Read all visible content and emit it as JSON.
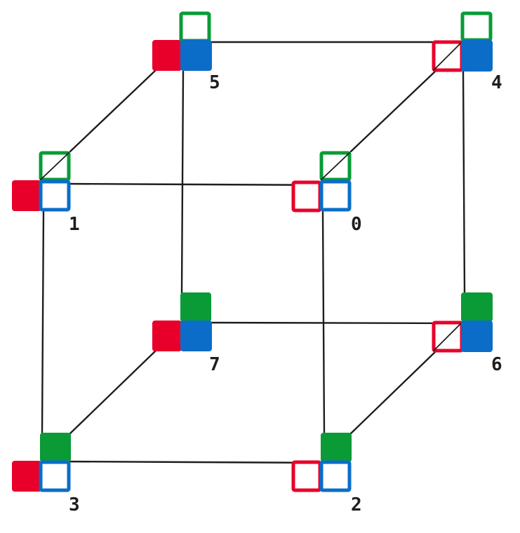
{
  "diagram": {
    "colors": {
      "red": "#e8002a",
      "green": "#0a9b37",
      "blue": "#0b6dc8",
      "edge": "#1e1e1e"
    },
    "vertices": [
      {
        "id": "0",
        "label": "0",
        "red": "outline",
        "green": "outline",
        "blue": "outline"
      },
      {
        "id": "1",
        "label": "1",
        "red": "filled",
        "green": "outline",
        "blue": "outline"
      },
      {
        "id": "2",
        "label": "2",
        "red": "outline",
        "green": "filled",
        "blue": "outline"
      },
      {
        "id": "3",
        "label": "3",
        "red": "filled",
        "green": "filled",
        "blue": "outline"
      },
      {
        "id": "4",
        "label": "4",
        "red": "outline",
        "green": "outline",
        "blue": "filled"
      },
      {
        "id": "5",
        "label": "5",
        "red": "filled",
        "green": "outline",
        "blue": "filled"
      },
      {
        "id": "6",
        "label": "6",
        "red": "outline",
        "green": "filled",
        "blue": "filled"
      },
      {
        "id": "7",
        "label": "7",
        "red": "filled",
        "green": "filled",
        "blue": "filled"
      }
    ],
    "edges": [
      [
        "5",
        "4"
      ],
      [
        "1",
        "0"
      ],
      [
        "7",
        "6"
      ],
      [
        "3",
        "2"
      ],
      [
        "1",
        "3"
      ],
      [
        "5",
        "7"
      ],
      [
        "0",
        "2"
      ],
      [
        "4",
        "6"
      ],
      [
        "1",
        "5"
      ],
      [
        "0",
        "4"
      ],
      [
        "3",
        "7"
      ],
      [
        "2",
        "6"
      ]
    ]
  }
}
